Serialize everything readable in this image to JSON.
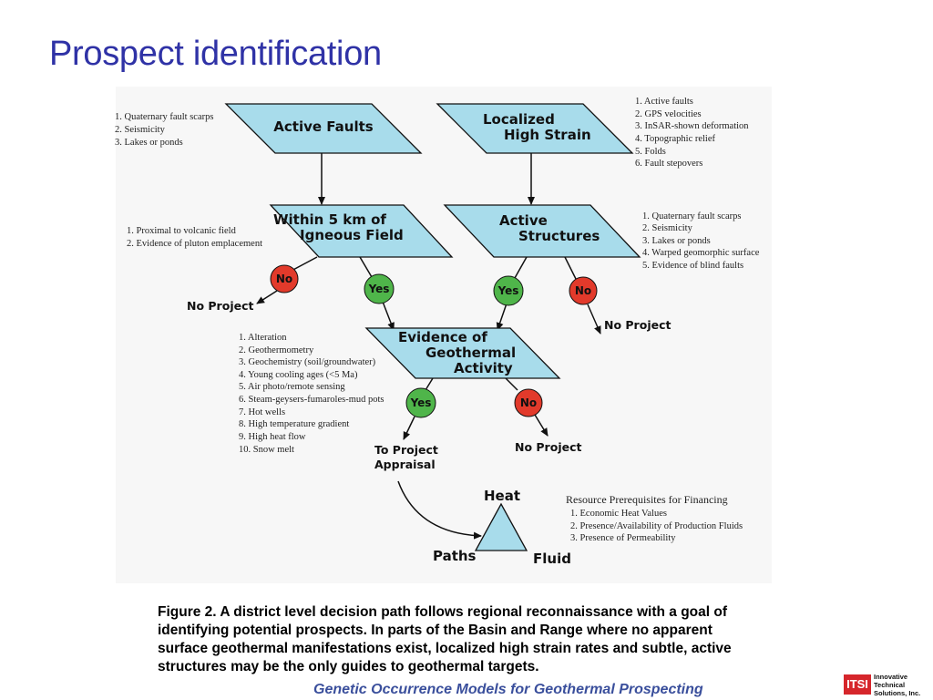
{
  "slide": {
    "title": "Prospect identification"
  },
  "figure": {
    "boxes": {
      "active_faults": [
        "Active Faults"
      ],
      "localized_high_strain": [
        "Localized",
        "High Strain"
      ],
      "within_5km": [
        "Within 5 km of",
        "Igneous Field"
      ],
      "active_structures": [
        "Active",
        "Structures"
      ],
      "evidence_geothermal": [
        "Evidence of",
        "Geothermal",
        "Activity"
      ]
    },
    "badges": {
      "yes": "Yes",
      "no": "No"
    },
    "outcomes": {
      "no_project": "No Project",
      "to_project_appraisal": [
        "To Project",
        "Appraisal"
      ]
    },
    "lists": {
      "active_faults": [
        "1. Quaternary fault scarps",
        "2. Seismicity",
        "3. Lakes or ponds"
      ],
      "high_strain": [
        "1. Active faults",
        "2. GPS velocities",
        "3. InSAR-shown deformation",
        "4. Topographic relief",
        "5. Folds",
        "6. Fault stepovers"
      ],
      "igneous": [
        "1. Proximal to volcanic field",
        "2. Evidence of pluton emplacement"
      ],
      "structures": [
        "1. Quaternary fault scarps",
        "2. Seismicity",
        "3. Lakes or ponds",
        "4. Warped geomorphic surface",
        "5. Evidence of blind faults"
      ],
      "evidence": [
        "1. Alteration",
        "2. Geothermometry",
        "3. Geochemistry (soil/groundwater)",
        "4. Young cooling ages (<5 Ma)",
        "5. Air photo/remote sensing",
        "6. Steam-geysers-fumaroles-mud pots",
        "7. Hot wells",
        "8. High temperature gradient",
        "9. High heat flow",
        "10. Snow melt"
      ]
    },
    "triangle": {
      "top": "Heat",
      "left": "Paths",
      "right": "Fluid"
    },
    "requirements": {
      "heading": "Resource Prerequisites for Financing",
      "items": [
        "1. Economic Heat Values",
        "2. Presence/Availability of Production Fluids",
        "3. Presence of Permeability"
      ]
    },
    "colors": {
      "box_fill": "#a8dceb",
      "yes_fill": "#4fb54a",
      "no_fill": "#e23a2b"
    }
  },
  "caption": "Figure 2.  A district level decision path follows regional reconnaissance with a goal of identifying potential prospects.  In parts of the Basin and Range where no apparent surface geothermal manifestations exist, localized high strain rates and subtle, active structures may be the only guides to geothermal targets.",
  "footer": {
    "title": "Genetic Occurrence Models for Geothermal Prospecting"
  },
  "logo": {
    "mark": "ITSI",
    "lines": [
      "Innovative",
      "Technical",
      "Solutions, Inc."
    ]
  }
}
